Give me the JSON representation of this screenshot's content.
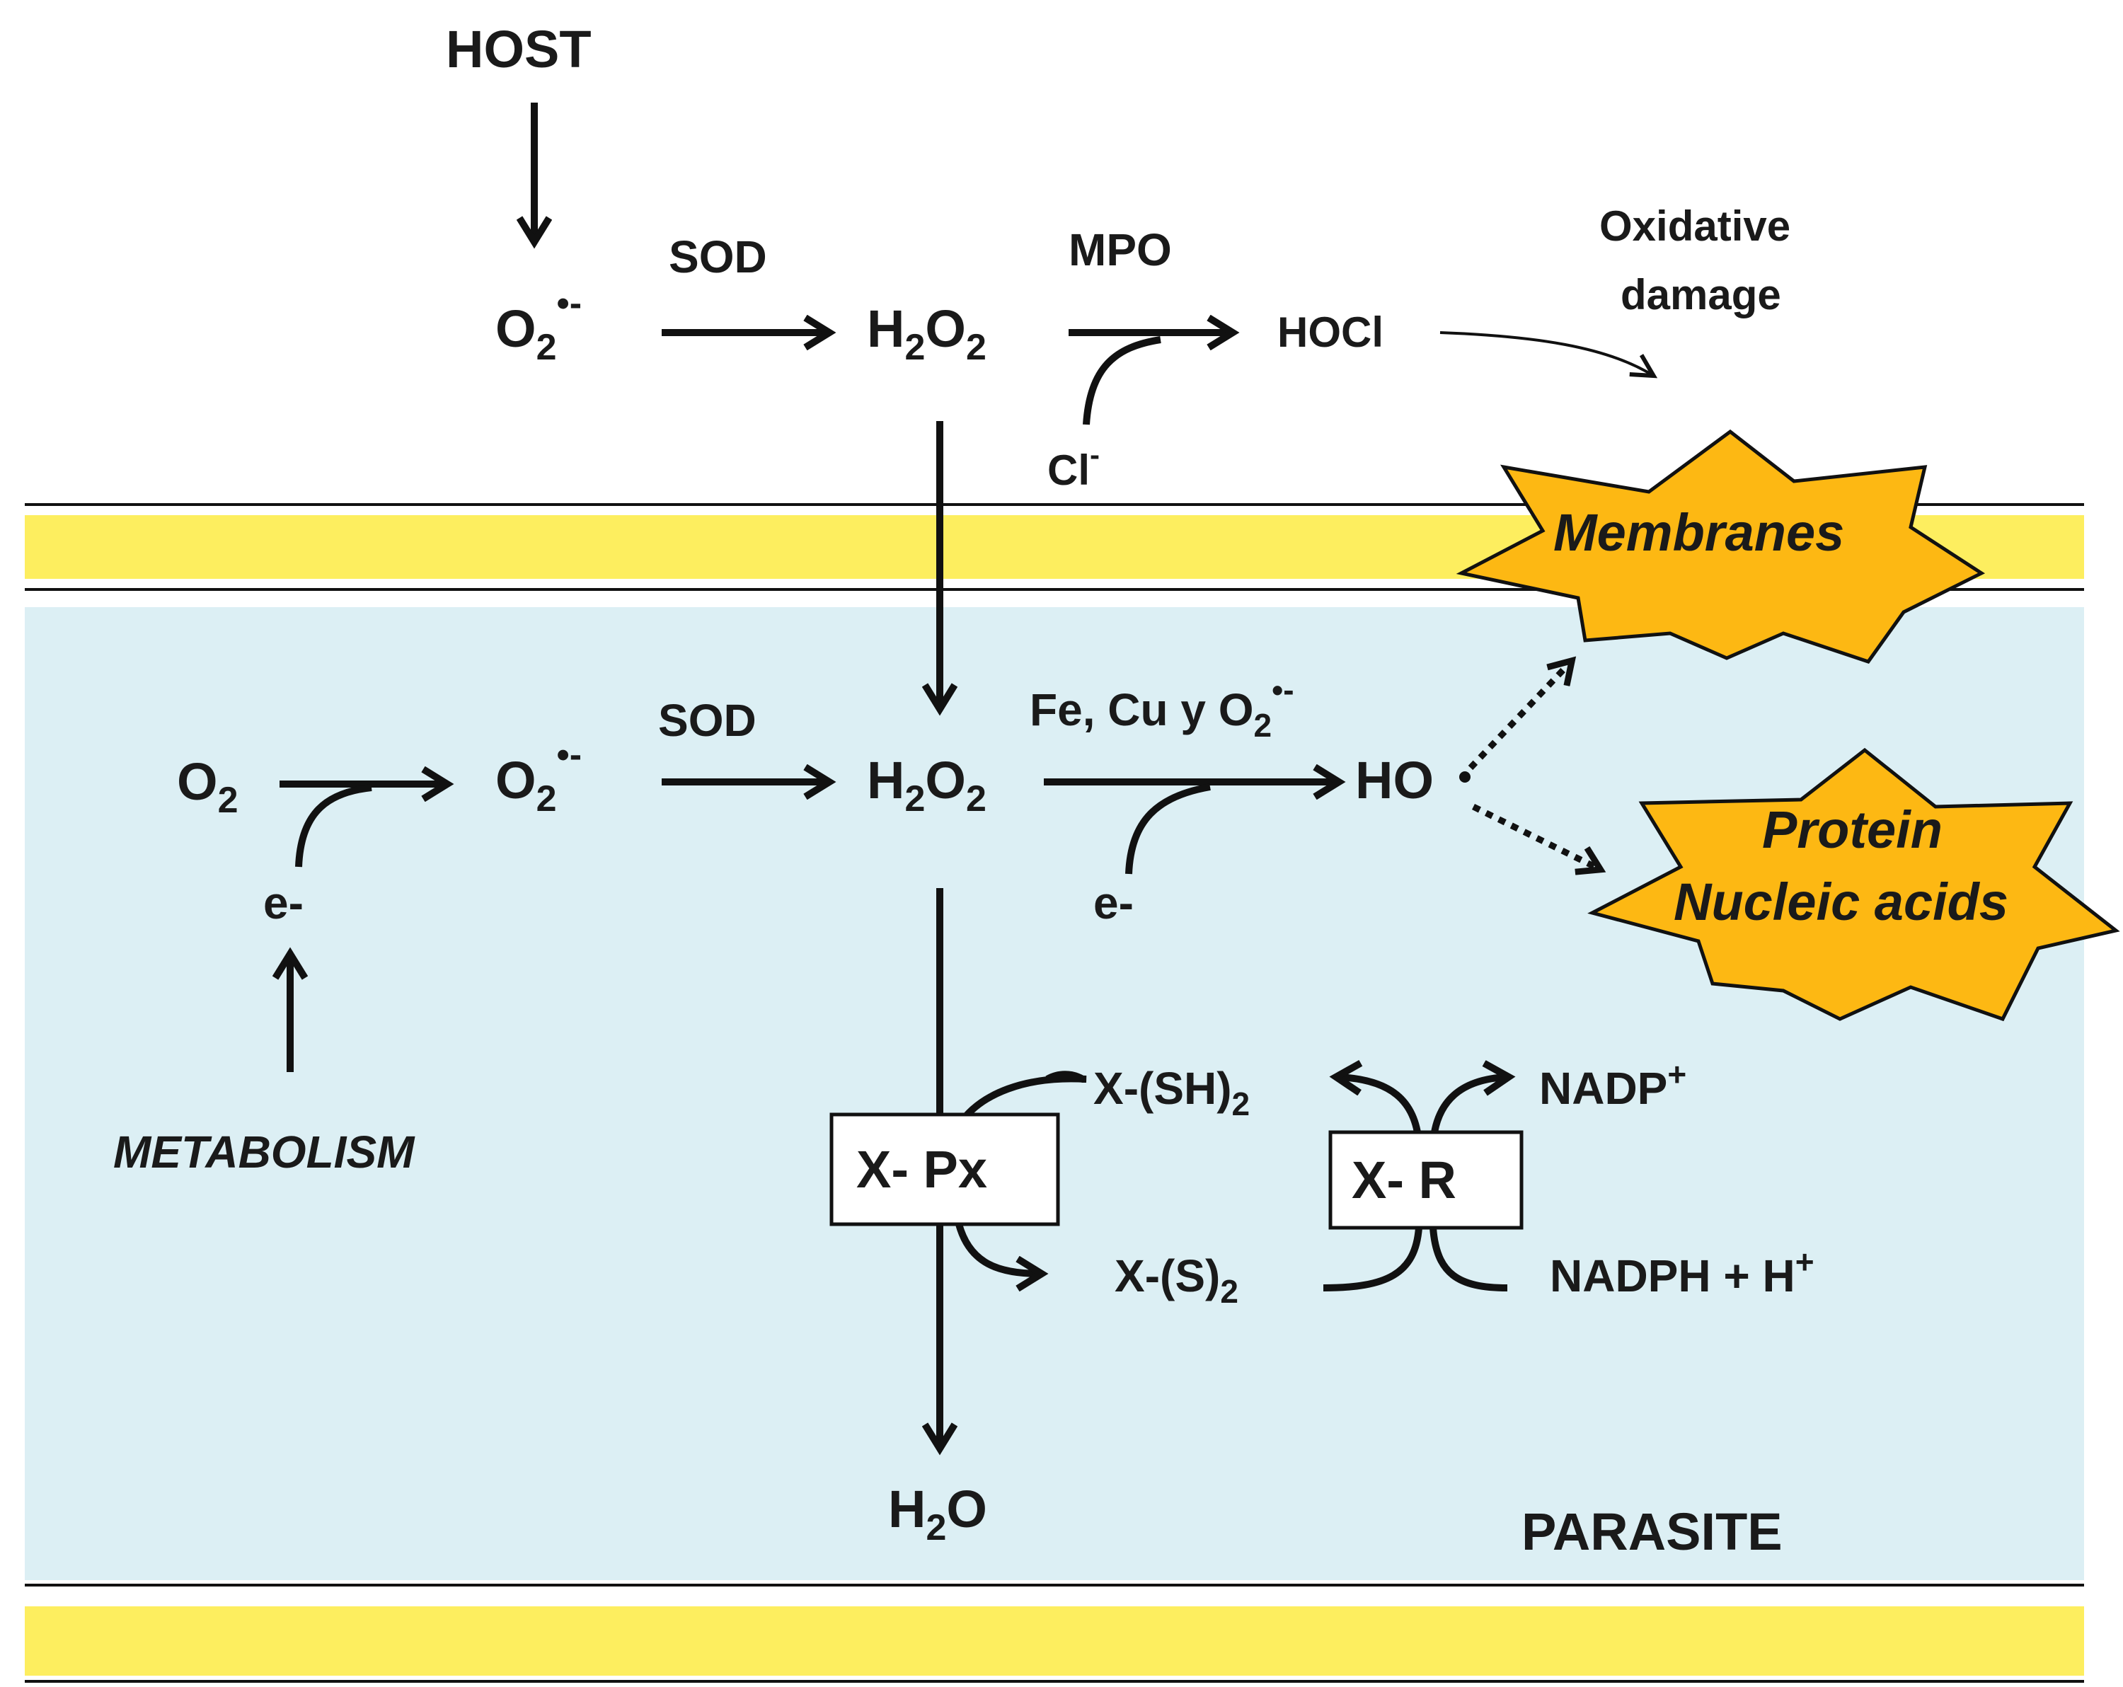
{
  "colors": {
    "membrane": "#FDEE5F",
    "cytoplasm": "#DCEFF4",
    "target_fill": "#FDB813",
    "line": "#111111",
    "box_fill": "#FFFFFF"
  },
  "labels": {
    "host": "HOST",
    "sod_top": "SOD",
    "mpo": "MPO",
    "oxidative": "Oxidative",
    "damage": "damage",
    "hocl": "HOCl",
    "cl": "Cl",
    "cl_sup": "-",
    "sod_mid": "SOD",
    "fe_cu": "Fe, Cu y O",
    "fe_sub": "2",
    "fe_sup": "•-",
    "o2_base": "O",
    "o2_sub": "2",
    "o2rad_top_base": "O",
    "o2rad_top_sub": "2",
    "o2rad_top_sup": "•-",
    "h2o2_top_h": "H",
    "h2o2_top_2a": "2",
    "h2o2_top_o": "O",
    "h2o2_top_2b": "2",
    "o2rad_mid_base": "O",
    "o2rad_mid_sub": "2",
    "o2rad_mid_sup": "•-",
    "h2o2_mid_h": "H",
    "h2o2_mid_2a": "2",
    "h2o2_mid_o": "O",
    "h2o2_mid_2b": "2",
    "ho": "HO",
    "e_left": "e-",
    "e_mid": "e-",
    "metabolism": "METABOLISM",
    "membranes": "Membranes",
    "protein": "Protein",
    "nucleic": "Nucleic acids",
    "xsh_base": "X-(SH)",
    "xsh_sub": "2",
    "xs_base": "X-(S)",
    "xs_sub": "2",
    "nadp_base": "NADP",
    "nadp_sup": "+",
    "nadph_base": "NADPH + H",
    "nadph_sup": "+",
    "xpx": "X- Px",
    "xr": "X- R",
    "h2o_h": "H",
    "h2o_2": "2",
    "h2o_o": "O",
    "parasite": "PARASITE"
  }
}
